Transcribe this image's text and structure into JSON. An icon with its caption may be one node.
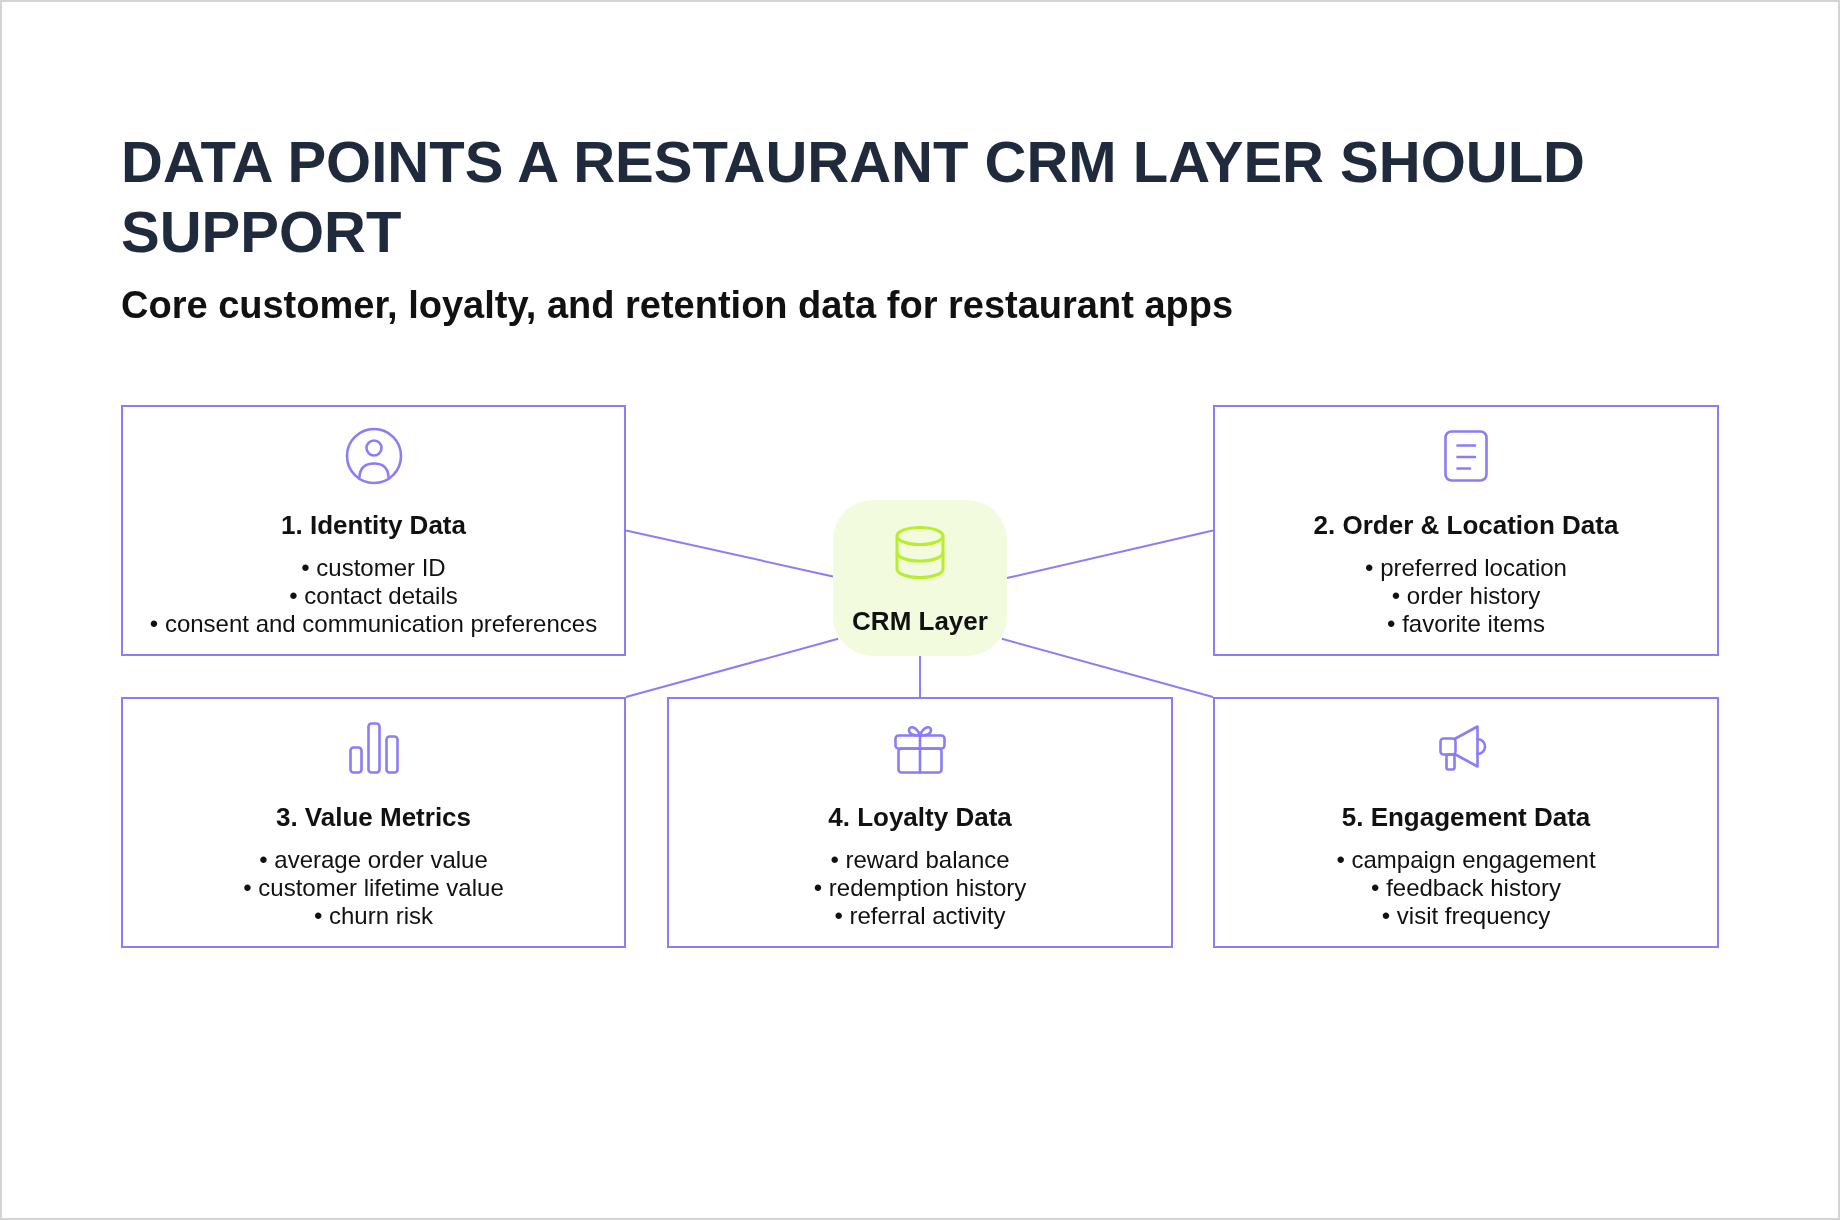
{
  "diagram": {
    "title": "DATA POINTS A RESTAURANT CRM LAYER SHOULD SUPPORT",
    "nodes": [
      {
        "text": [
          "1. Identity Data",
          "• customer ID",
          "• contact details",
          "• consent and communication preferences"
        ]
      },
      {
        "text": [
          "CRM Layer"
        ]
      },
      {
        "text": [
          "2. Order & Location Data",
          "• preferred location",
          "• order history",
          "• favorite items"
        ]
      },
      {
        "text": [
          "3. Value Metrics",
          "• average order value",
          "• customer lifetime value",
          "• churn risk"
        ]
      },
      {
        "text": [
          "4. Loyalty Data",
          "• reward balance",
          "• redemption history",
          "• referral activity"
        ]
      },
      {
        "text": [
          "5. Engagement Data",
          "• campaign engagement",
          "• feedback history",
          "• visit frequency"
        ]
      }
    ],
    "edges": [
      {
        "from": 1,
        "to": 0,
        "arrow": "none"
      },
      {
        "from": 1,
        "to": 2,
        "arrow": "none"
      },
      {
        "from": 1,
        "to": 3,
        "arrow": "none"
      },
      {
        "from": 1,
        "to": 4,
        "arrow": "none"
      },
      {
        "from": 1,
        "to": 5,
        "arrow": "none"
      }
    ],
    "labels": [
      "Core customer, loyalty, and retention data for restaurant apps"
    ]
  }
}
